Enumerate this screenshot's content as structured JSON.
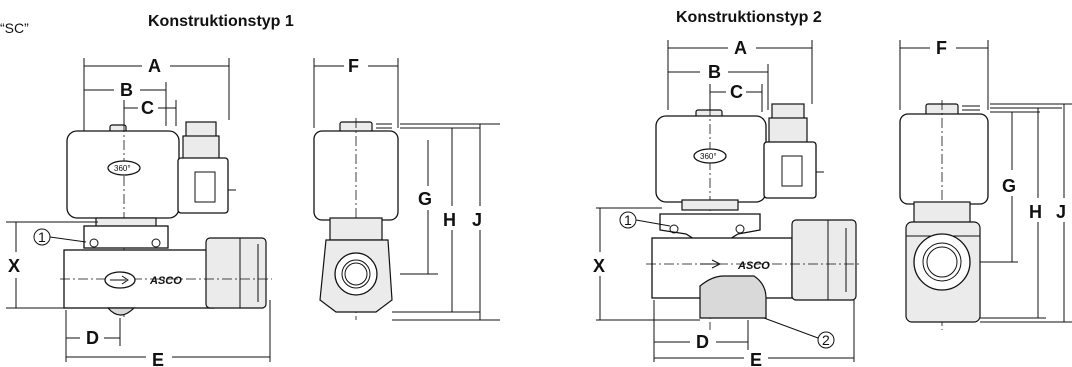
{
  "fragment_label": "“SC”",
  "titles": {
    "type1": "Konstruktionstyp 1",
    "type2": "Konstruktionstyp 2"
  },
  "dimensions": {
    "A": "A",
    "B": "B",
    "C": "C",
    "D": "D",
    "E": "E",
    "F": "F",
    "G": "G",
    "H": "H",
    "J": "J",
    "X": "X"
  },
  "callouts": {
    "one": "1",
    "two": "2"
  },
  "coil_text": "360°",
  "brand_text": "ASCO"
}
